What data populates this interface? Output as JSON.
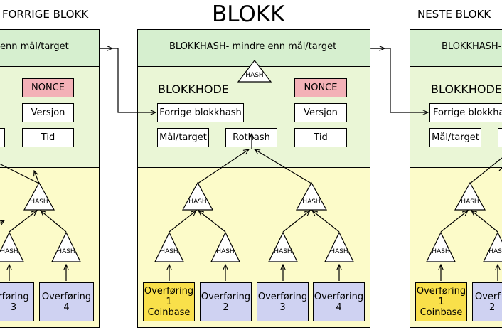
{
  "titles": {
    "prev": "FORRIGE BLOKK",
    "main": "BLOKK",
    "next": "NESTE BLOKK"
  },
  "prev_block": {
    "hash_text": "enn mål/target",
    "nonce": "NONCE",
    "version": "Versjon",
    "time": "Tid",
    "tx3": [
      "rføring",
      "3"
    ],
    "tx4": [
      "Overføring",
      "4"
    ],
    "hash": "HASH"
  },
  "main_block": {
    "hash_text": "BLOKKHASH- mindre enn mål/target",
    "hash_triangle": "HASH",
    "header_label": "BLOKKHODE",
    "nonce": "NONCE",
    "prev_hash": "Forrige blokkhash",
    "version": "Versjon",
    "target": "Mål/target",
    "roothash": "Rothash",
    "time": "Tid",
    "hash": "HASH",
    "tx1": [
      "Overføring",
      "1",
      "Coinbase"
    ],
    "tx2": [
      "Overføring",
      "2"
    ],
    "tx3": [
      "Overføring",
      "3"
    ],
    "tx4": [
      "Overføring",
      "4"
    ]
  },
  "next_block": {
    "hash_text": "BLOKKHASH-",
    "header_label": "BLOKKHODE",
    "prev_hash": "Forrige blokkhash",
    "target": "Mål/target",
    "hash": "HASH",
    "tx1": [
      "Overføring",
      "1",
      "Coinbase"
    ],
    "tx2": [
      "Overf",
      "2"
    ]
  },
  "colors": {
    "hashbar": "#d6efcf",
    "header": "#eaf6d6",
    "tree": "#fcfbc9",
    "nonce": "#f3b1b7",
    "tx_blue": "#cfd2f2",
    "tx_coinbase": "#f9e04a"
  }
}
